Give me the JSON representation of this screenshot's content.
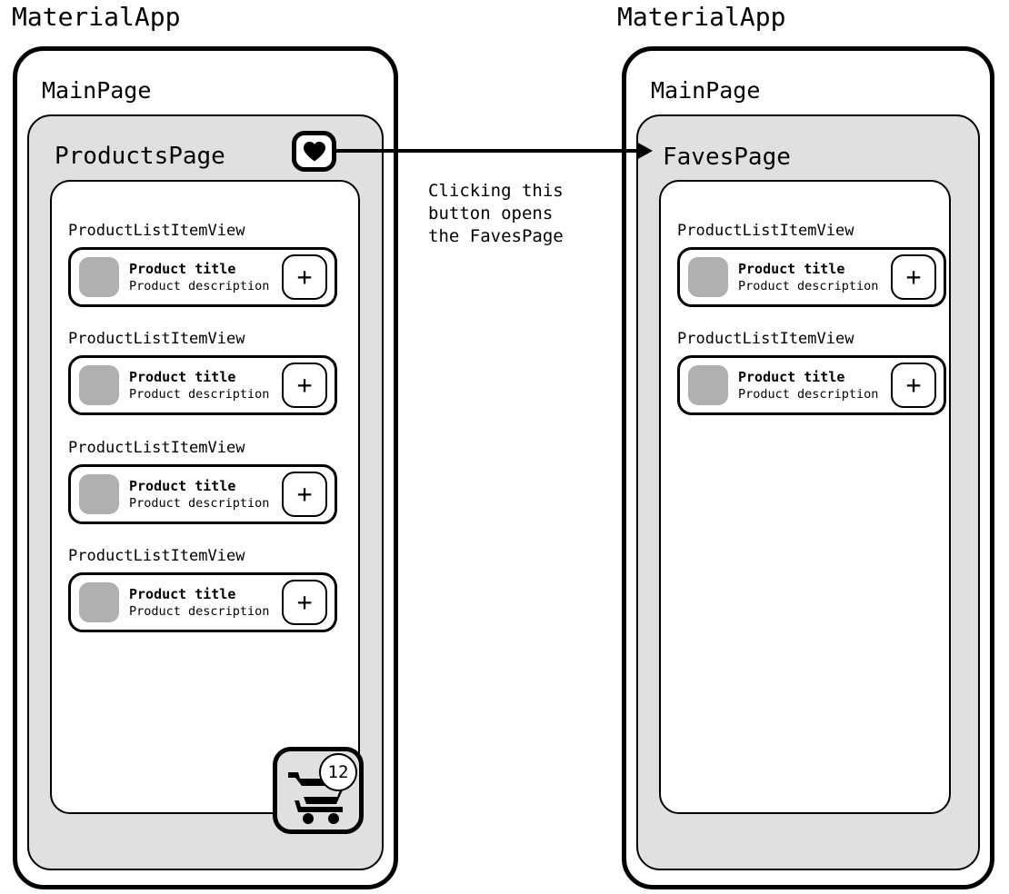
{
  "diagram": {
    "type": "ui-navigation-flow",
    "annotation": "Clicking this\nbutton opens\nthe FavesPage",
    "colors": {
      "page_container": "#e0e0e0",
      "thumbnail": "#b0b0b0",
      "stroke": "#000000",
      "surface": "#ffffff"
    }
  },
  "left_app": {
    "title": "MaterialApp",
    "main_page_label": "MainPage",
    "page_label": "ProductsPage",
    "favorites_button_icon": "heart-icon",
    "items": [
      {
        "caption": "ProductListItemView",
        "title": "Product title",
        "description": "Product description",
        "action_label": "+"
      },
      {
        "caption": "ProductListItemView",
        "title": "Product title",
        "description": "Product description",
        "action_label": "+"
      },
      {
        "caption": "ProductListItemView",
        "title": "Product title",
        "description": "Product description",
        "action_label": "+"
      },
      {
        "caption": "ProductListItemView",
        "title": "Product title",
        "description": "Product description",
        "action_label": "+"
      }
    ],
    "cart": {
      "icon": "shopping-cart-icon",
      "badge_count": "12"
    }
  },
  "right_app": {
    "title": "MaterialApp",
    "main_page_label": "MainPage",
    "page_label": "FavesPage",
    "items": [
      {
        "caption": "ProductListItemView",
        "title": "Product title",
        "description": "Product description",
        "action_label": "+"
      },
      {
        "caption": "ProductListItemView",
        "title": "Product title",
        "description": "Product description",
        "action_label": "+"
      }
    ]
  }
}
